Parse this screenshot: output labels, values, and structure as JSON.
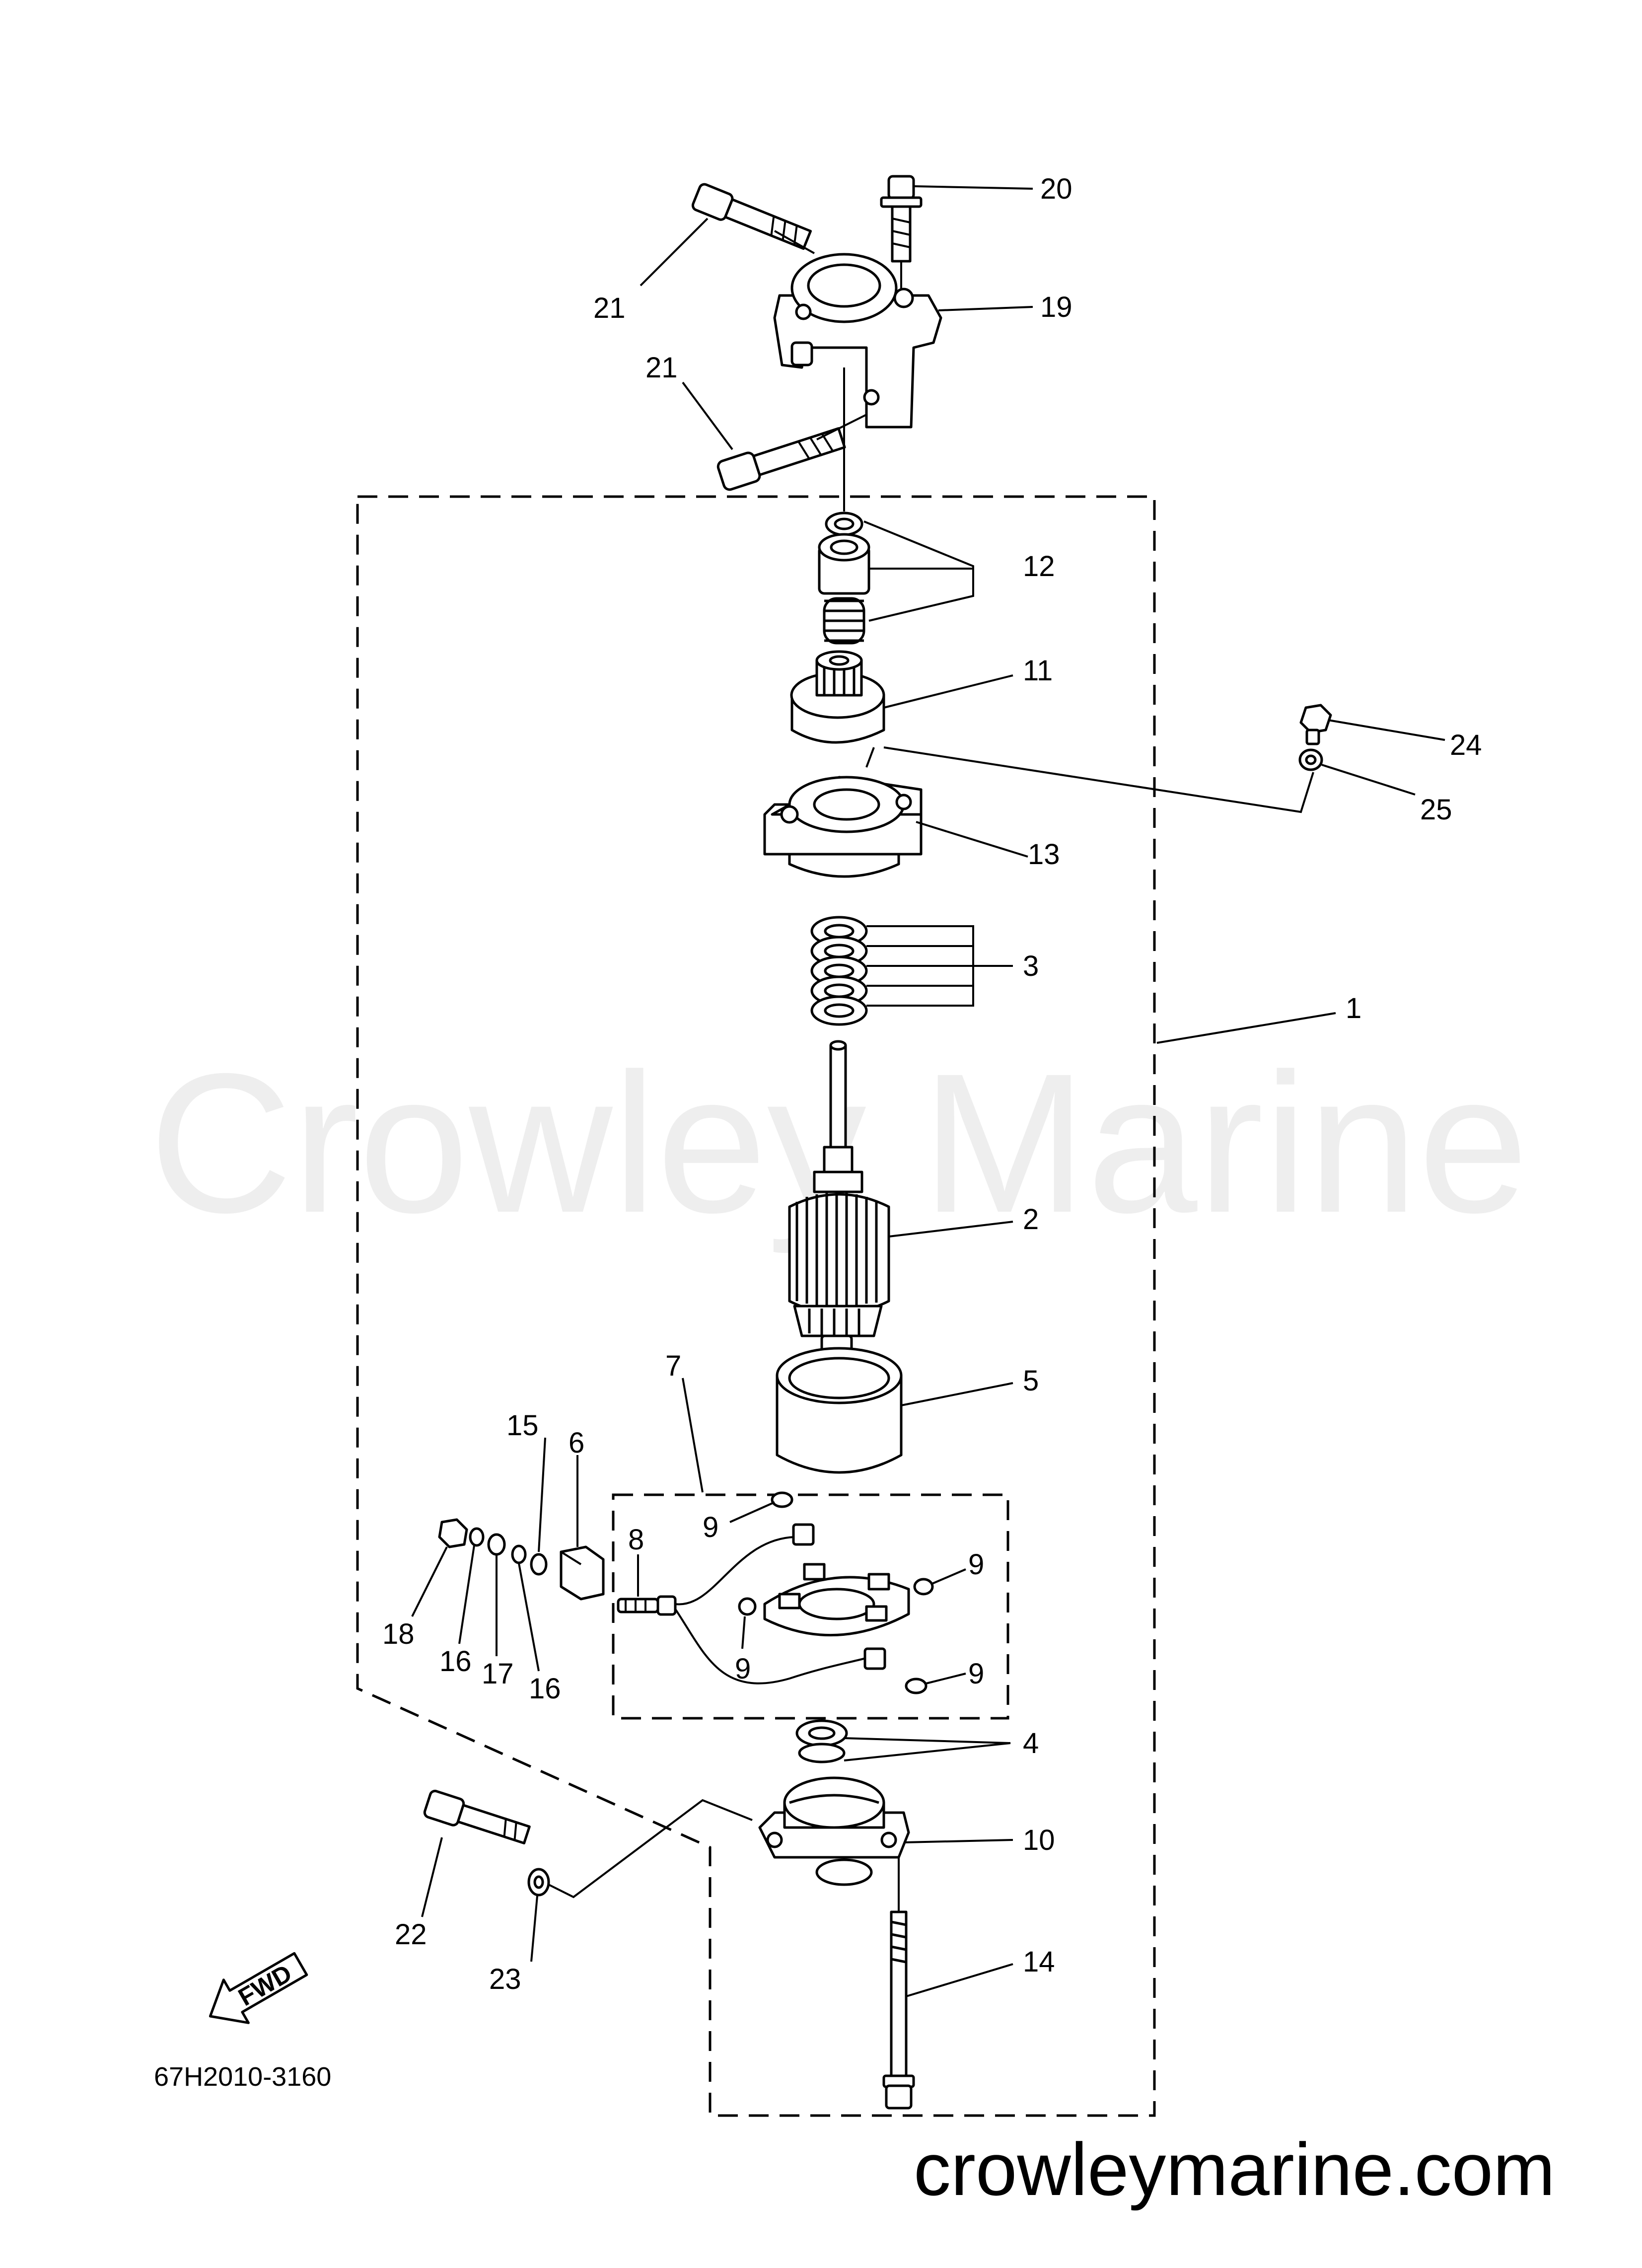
{
  "diagram": {
    "drawing_code": "67H2010-3160",
    "watermark": "Crowley Marine",
    "website": "crowleymarine.com",
    "forward_label": "FWD",
    "callouts": [
      {
        "id": "c1",
        "label": "1"
      },
      {
        "id": "c2",
        "label": "2"
      },
      {
        "id": "c3",
        "label": "3"
      },
      {
        "id": "c4",
        "label": "4"
      },
      {
        "id": "c5",
        "label": "5"
      },
      {
        "id": "c6",
        "label": "6"
      },
      {
        "id": "c7",
        "label": "7"
      },
      {
        "id": "c8",
        "label": "8"
      },
      {
        "id": "c9a",
        "label": "9"
      },
      {
        "id": "c9b",
        "label": "9"
      },
      {
        "id": "c9c",
        "label": "9"
      },
      {
        "id": "c9d",
        "label": "9"
      },
      {
        "id": "c10",
        "label": "10"
      },
      {
        "id": "c11",
        "label": "11"
      },
      {
        "id": "c12",
        "label": "12"
      },
      {
        "id": "c13",
        "label": "13"
      },
      {
        "id": "c14",
        "label": "14"
      },
      {
        "id": "c15",
        "label": "15"
      },
      {
        "id": "c16a",
        "label": "16"
      },
      {
        "id": "c16b",
        "label": "16"
      },
      {
        "id": "c17",
        "label": "17"
      },
      {
        "id": "c18",
        "label": "18"
      },
      {
        "id": "c19",
        "label": "19"
      },
      {
        "id": "c20",
        "label": "20"
      },
      {
        "id": "c21a",
        "label": "21"
      },
      {
        "id": "c21b",
        "label": "21"
      },
      {
        "id": "c22",
        "label": "22"
      },
      {
        "id": "c23",
        "label": "23"
      },
      {
        "id": "c24",
        "label": "24"
      },
      {
        "id": "c25",
        "label": "25"
      }
    ]
  }
}
